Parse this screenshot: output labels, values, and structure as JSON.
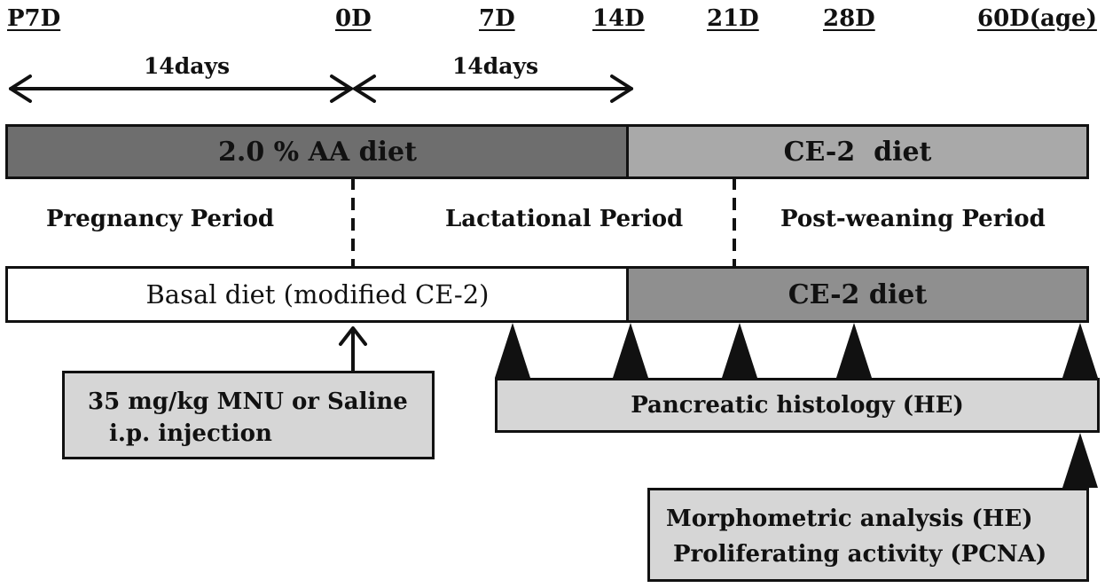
{
  "timeline": {
    "ticks": [
      "P7D",
      "0D",
      "7D",
      "14D",
      "21D",
      "28D",
      "60D(age)"
    ],
    "spans": [
      "14days",
      "14days"
    ]
  },
  "top_bar": {
    "aa_diet": "2.0 % AA diet",
    "ce2_diet": "CE-2  diet"
  },
  "periods": [
    "Pregnancy Period",
    "Lactational Period",
    "Post-weaning Period"
  ],
  "bottom_bar": {
    "basal_diet": "Basal diet (modified CE-2)",
    "ce2_diet": "CE-2 diet"
  },
  "injection_box": {
    "line1": "35 mg/kg MNU or Saline",
    "line2": "i.p. injection"
  },
  "histology_box": "Pancreatic histology (HE)",
  "analysis_box": {
    "line1": "Morphometric analysis (HE)",
    "line2": "Proliferating activity (PCNA)"
  },
  "colors": {
    "aa_bar": "#6e6e6e",
    "ce2_top": "#a9a9a9",
    "ce2_bottom": "#8f8f8f",
    "box": "#d6d6d6"
  }
}
